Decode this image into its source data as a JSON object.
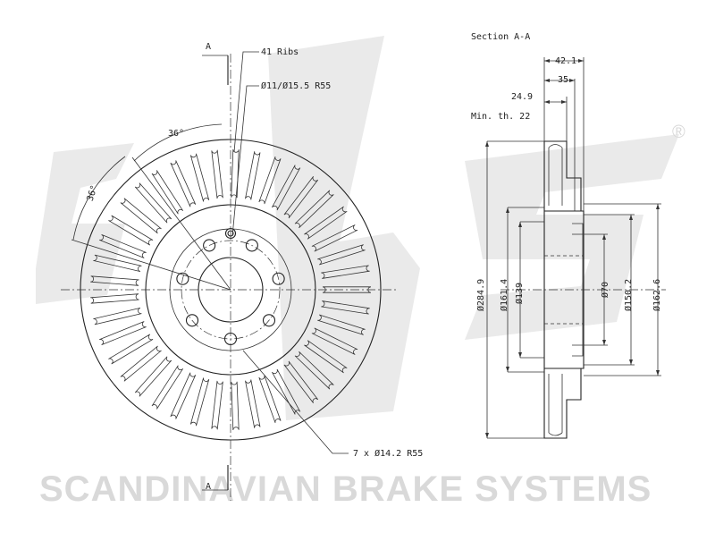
{
  "watermark": {
    "text": "SCANDINAVIAN BRAKE SYSTEMS",
    "registered": "®",
    "color": "#d9d9d9"
  },
  "labels": {
    "section_a_top": "A",
    "section_a_bottom": "A",
    "ribs": "41 Ribs",
    "hole_small": "Ø11/Ø15.5    R55",
    "angle_1": "36°",
    "angle_2": "36°",
    "bolt_holes": "7 x Ø14.2    R55",
    "section_title": "Section A-A",
    "dim_42": "42.1",
    "dim_35": "35",
    "dim_249": "24.9",
    "min_th": "Min. th. 22",
    "dia_2849": "Ø284.9",
    "dia_1614": "Ø161.4",
    "dia_139": "Ø139",
    "dia_70": "Ø70",
    "dia_1502": "Ø150.2",
    "dia_1626": "Ø162.6"
  }
}
